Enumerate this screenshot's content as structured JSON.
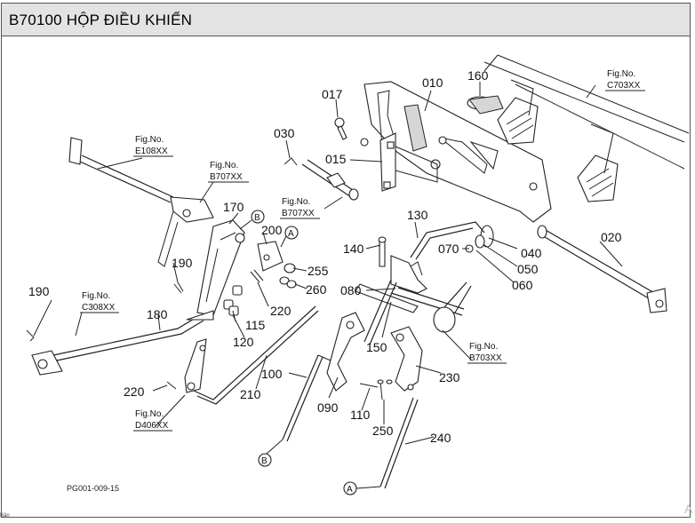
{
  "title": "B70100 HỘP ĐIỀU KHIỂN",
  "footer_code": "PG001-009-15",
  "footer_note": "Bản",
  "corner_mark": "A",
  "part_labels": [
    "010",
    "015",
    "017",
    "020",
    "030",
    "040",
    "050",
    "060",
    "070",
    "080",
    "090",
    "100",
    "110",
    "115",
    "120",
    "130",
    "140",
    "150",
    "160",
    "170",
    "180",
    "190",
    "190",
    "200",
    "210",
    "220",
    "220",
    "230",
    "240",
    "250",
    "255",
    "260"
  ],
  "figure_refs": {
    "e108": {
      "line1": "Fig.No.",
      "line2": "E108XX"
    },
    "b707a": {
      "line1": "Fig.No.",
      "line2": "B707XX"
    },
    "b707b": {
      "line1": "Fig.No.",
      "line2": "B707XX"
    },
    "c703": {
      "line1": "Fig.No.",
      "line2": "C703XX"
    },
    "c308": {
      "line1": "Fig.No.",
      "line2": "C308XX"
    },
    "b703": {
      "line1": "Fig.No.",
      "line2": "B703XX"
    },
    "d406": {
      "line1": "Fig.No.",
      "line2": "D406XX"
    }
  },
  "connectors": {
    "a1": "A",
    "a2": "A",
    "b1": "B",
    "b2": "B"
  }
}
